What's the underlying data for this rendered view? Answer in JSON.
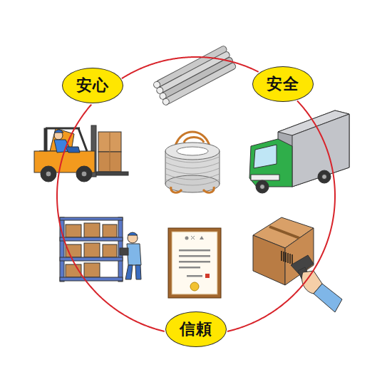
{
  "diagram": {
    "nodes": [
      {
        "text": [
          "安心"
        ]
      },
      {
        "text": [
          "安全"
        ]
      },
      {
        "text": [
          "信頼"
        ]
      }
    ],
    "edges": [
      {
        "from": 0,
        "to": 1,
        "arrow": "none"
      },
      {
        "from": 1,
        "to": 2,
        "arrow": "none"
      },
      {
        "from": 2,
        "to": 0,
        "arrow": "none"
      }
    ]
  }
}
